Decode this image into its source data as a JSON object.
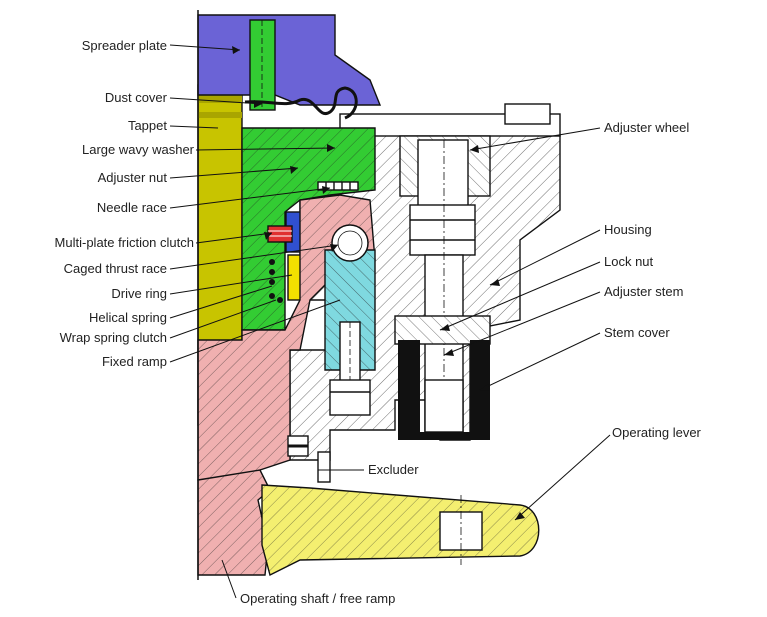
{
  "colors": {
    "spreader_plate": "#6b63d6",
    "tappet": "#c8c400",
    "adjuster_nut": "#33cc33",
    "friction_clutch": "#e03030",
    "drive_ring": "#f2e000",
    "fixed_ramp": "#f0b0b0",
    "thrust_race_ring": "#7fd9e0",
    "operating_lever": "#f4ef70",
    "stem_cover": "#111111",
    "housing": "#ffffff"
  },
  "labels": {
    "spreader_plate": "Spreader plate",
    "dust_cover": "Dust cover",
    "tappet": "Tappet",
    "large_wavy_washer": "Large wavy washer",
    "adjuster_nut": "Adjuster nut",
    "needle_race": "Needle race",
    "multi_plate_friction_clutch": "Multi-plate friction clutch",
    "caged_thrust_race": "Caged thrust race",
    "drive_ring": "Drive ring",
    "helical_spring": "Helical spring",
    "wrap_spring_clutch": "Wrap spring clutch",
    "fixed_ramp": "Fixed ramp",
    "adjuster_wheel": "Adjuster wheel",
    "housing": "Housing",
    "lock_nut": "Lock nut",
    "adjuster_stem": "Adjuster stem",
    "stem_cover": "Stem cover",
    "operating_lever": "Operating lever",
    "excluder": "Excluder",
    "operating_shaft_free_ramp": "Operating shaft / free ramp"
  }
}
